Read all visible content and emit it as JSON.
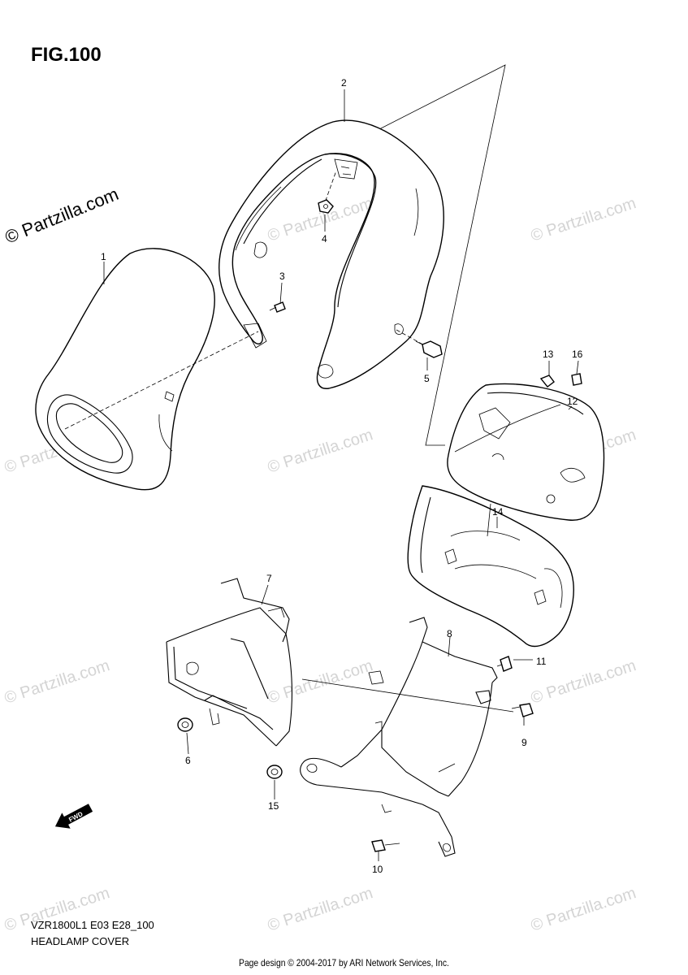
{
  "figure": {
    "title": "FIG.100",
    "model_code": "VZR1800L1 E03 E28_100",
    "subtitle": "HEADLAMP COVER"
  },
  "watermark": {
    "main_text": "© Partzilla.com",
    "repeat_text": "© Partzilla.com"
  },
  "fwd_arrow": {
    "label": "FWD"
  },
  "callouts": [
    {
      "id": "1",
      "label": "1"
    },
    {
      "id": "2",
      "label": "2"
    },
    {
      "id": "3",
      "label": "3"
    },
    {
      "id": "4",
      "label": "4"
    },
    {
      "id": "5",
      "label": "5"
    },
    {
      "id": "6",
      "label": "6"
    },
    {
      "id": "7",
      "label": "7"
    },
    {
      "id": "8",
      "label": "8"
    },
    {
      "id": "9",
      "label": "9"
    },
    {
      "id": "10",
      "label": "10"
    },
    {
      "id": "11",
      "label": "11"
    },
    {
      "id": "12",
      "label": "12"
    },
    {
      "id": "13",
      "label": "13"
    },
    {
      "id": "14",
      "label": "14"
    },
    {
      "id": "15",
      "label": "15"
    },
    {
      "id": "16",
      "label": "16"
    }
  ],
  "footer": {
    "text": "Page design © 2004-2017 by ARI Network Services, Inc."
  }
}
